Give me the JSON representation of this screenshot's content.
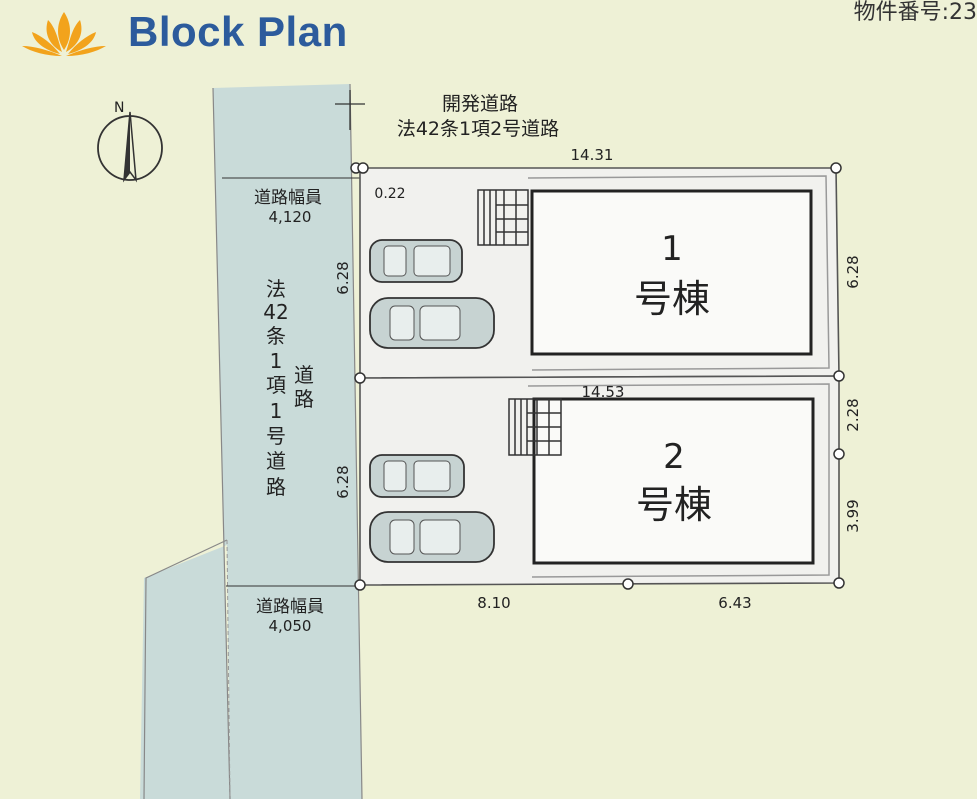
{
  "header": {
    "title": "Block Plan",
    "property_number": "物件番号:23"
  },
  "compass": {
    "north_label": "N"
  },
  "development_road": {
    "line1": "開発道路",
    "line2": "法42条1項2号道路"
  },
  "main_road": {
    "label_col1": [
      "法",
      "42",
      "条",
      "1",
      "項",
      "1",
      "号",
      "道",
      "路"
    ],
    "label_col2": [
      "道",
      "路"
    ],
    "width_top_label": "道路幅員",
    "width_top_value": "4,120",
    "width_bottom_label": "道路幅員",
    "width_bottom_value": "4,050"
  },
  "lots": [
    {
      "number": "1",
      "suffix": "号棟"
    },
    {
      "number": "2",
      "suffix": "号棟"
    }
  ],
  "dimensions": {
    "top": "14.31",
    "corner": "0.22",
    "middle": "14.53",
    "left_lot1": "6.28",
    "left_lot2": "6.28",
    "right_lot1": "6.28",
    "right_upper_lot2": "2.28",
    "right_lower_lot2": "3.99",
    "bottom_left": "8.10",
    "bottom_right": "6.43"
  },
  "colors": {
    "background": "#eef1d6",
    "road": "#c9dbd9",
    "lot": "#f1f1ee",
    "title": "#2c5b9c",
    "logo": "#f2a31c"
  }
}
